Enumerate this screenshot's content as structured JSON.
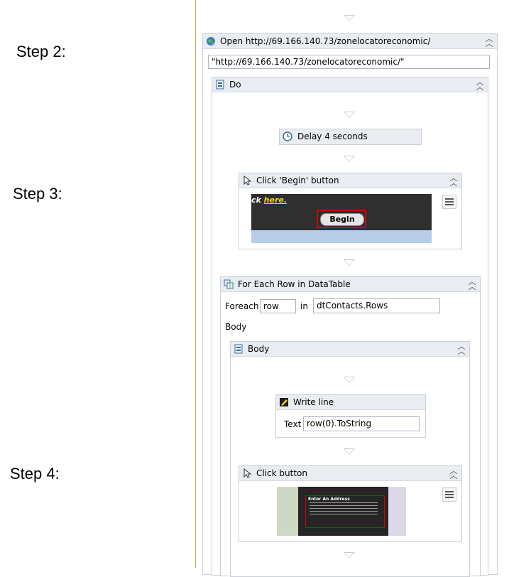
{
  "steps": {
    "step2": "Step 2:",
    "step3": "Step 3:",
    "step4": "Step 4:"
  },
  "open_activity": {
    "title": "Open http://69.166.140.73/zonelocatoreconomic/",
    "url_value": "\"http://69.166.140.73/zonelocatoreconomic/\""
  },
  "do_activity": {
    "title": "Do"
  },
  "delay_activity": {
    "title": "Delay 4 seconds"
  },
  "click_begin": {
    "title": "Click 'Begin' button",
    "preview_text": "ck here.",
    "preview_link": "here.",
    "preview_button": "Begin"
  },
  "foreach": {
    "title": "For Each Row in DataTable",
    "foreach_label": "Foreach",
    "item_value": "row",
    "in_label": "in",
    "collection_value": "dtContacts.Rows",
    "body_label": "Body"
  },
  "body_sequence": {
    "title": "Body"
  },
  "write_line": {
    "title": "Write line",
    "text_label": "Text",
    "text_value": "row(0).ToString"
  },
  "click_button": {
    "title": "Click  button",
    "preview_heading": "Enter An Address"
  },
  "colors": {
    "header_bg": "#e9edf1",
    "border": "#c9cfd6",
    "highlight": "#d40000",
    "link": "#ffd400"
  }
}
